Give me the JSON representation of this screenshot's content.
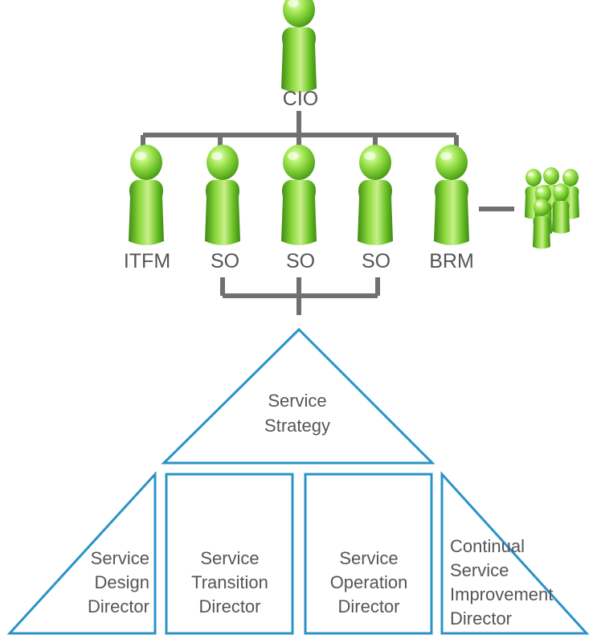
{
  "org": {
    "top": {
      "label": "CIO"
    },
    "members": [
      {
        "label": "ITFM"
      },
      {
        "label": "SO"
      },
      {
        "label": "SO"
      },
      {
        "label": "SO"
      },
      {
        "label": "BRM"
      }
    ]
  },
  "pyramid": {
    "apex": {
      "lines": [
        "Service",
        "Strategy"
      ]
    },
    "design": {
      "lines": [
        "Service",
        "Design",
        "Director"
      ]
    },
    "transition": {
      "lines": [
        "Service",
        "Transition",
        "Director"
      ]
    },
    "operation": {
      "lines": [
        "Service",
        "Operation",
        "Director"
      ]
    },
    "improvement": {
      "lines": [
        "Continual",
        "Service",
        "Improvement",
        "Director"
      ]
    }
  },
  "colors": {
    "person_light": "#c8f08a",
    "person_mid": "#7fd12f",
    "person_dark": "#3d8a12",
    "connector": "#707070",
    "pyramid_stroke": "#2b93c8",
    "text": "#555555"
  }
}
